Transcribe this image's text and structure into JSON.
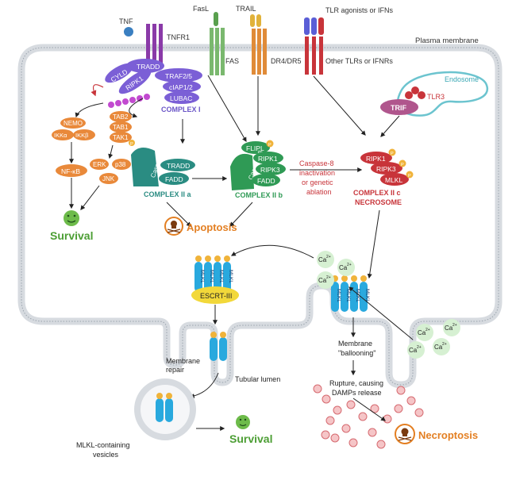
{
  "ligands": {
    "tnf": "TNF",
    "fasl": "FasL",
    "trail": "TRAIL",
    "tlr_agonists": "TLR agonists or IFNs"
  },
  "receptors": {
    "tnfr1": "TNFR1",
    "fas": "FAS",
    "dr45": "DR4/DR5",
    "other_tlrs": "Other TLRs or IFNRs",
    "tlr3": "TLR3"
  },
  "compartments": {
    "plasma_membrane": "Plasma membrane",
    "endosome": "Endosome",
    "tubular_lumen": "Tubular lumen",
    "vesicles_line1": "MLKL-containing",
    "vesicles_line2": "vesicles"
  },
  "complex_i": {
    "cyld": "CYLD",
    "tradd": "TRADD",
    "ripk1": "RIPK1",
    "traf": "TRAF2/5",
    "ciap": "cIAP1/2",
    "lubac": "LUBAC",
    "title": "COMPLEX I",
    "tab2": "TAB2",
    "tab1": "TAB1",
    "tak1": "TAK1",
    "nemo": "NEMO",
    "ikka": "IKKα",
    "ikkb": "IKKβ",
    "nfkb": "NF-κB",
    "erk": "ERK",
    "p38": "p38",
    "jnk": "JNK",
    "survival": "Survival"
  },
  "complex_iia": {
    "casp8": "Caspase-8",
    "tradd": "TRADD",
    "fadd": "FADD",
    "title": "COMPLEX II a"
  },
  "complex_iib": {
    "flip": "FLIPL",
    "casp8": "Caspase-8",
    "ripk1": "RIPK1",
    "ripk3": "RIPK3",
    "fadd": "FADD",
    "title": "COMPLEX II b"
  },
  "complex_iic": {
    "trif": "TRIF",
    "ripk1": "RIPK1",
    "ripk3": "RIPK3",
    "mlkl": "MLKL",
    "title1": "COMPLEX II c",
    "title2": "NECROSOME"
  },
  "caspase_note": {
    "line1": "Caspase-8",
    "line2": "inactivation",
    "line3": "or genetic",
    "line4": "ablation"
  },
  "outcomes": {
    "apoptosis": "Apoptosis",
    "necroptosis": "Necroptosis",
    "survival": "Survival"
  },
  "membrane_events": {
    "escrt": "ESCRT-III",
    "repair1": "Membrane",
    "repair2": "repair",
    "ball1": "Membrane",
    "ball2": "\"ballooning\"",
    "rupture1": "Rupture, causing",
    "rupture2": "DAMPs release",
    "ca": "Ca",
    "ca_sup": "2+",
    "mlkl": "MLKL",
    "p": "P"
  },
  "colors": {
    "complex_i": "#7b5fd6",
    "tab_orange": "#e9893a",
    "green": "#2f9a55",
    "teal": "#2a8c82",
    "red": "#c8343a",
    "mlkl": "#29a9de",
    "yellow": "#f2c431",
    "membrane": "#d7dbe0"
  }
}
